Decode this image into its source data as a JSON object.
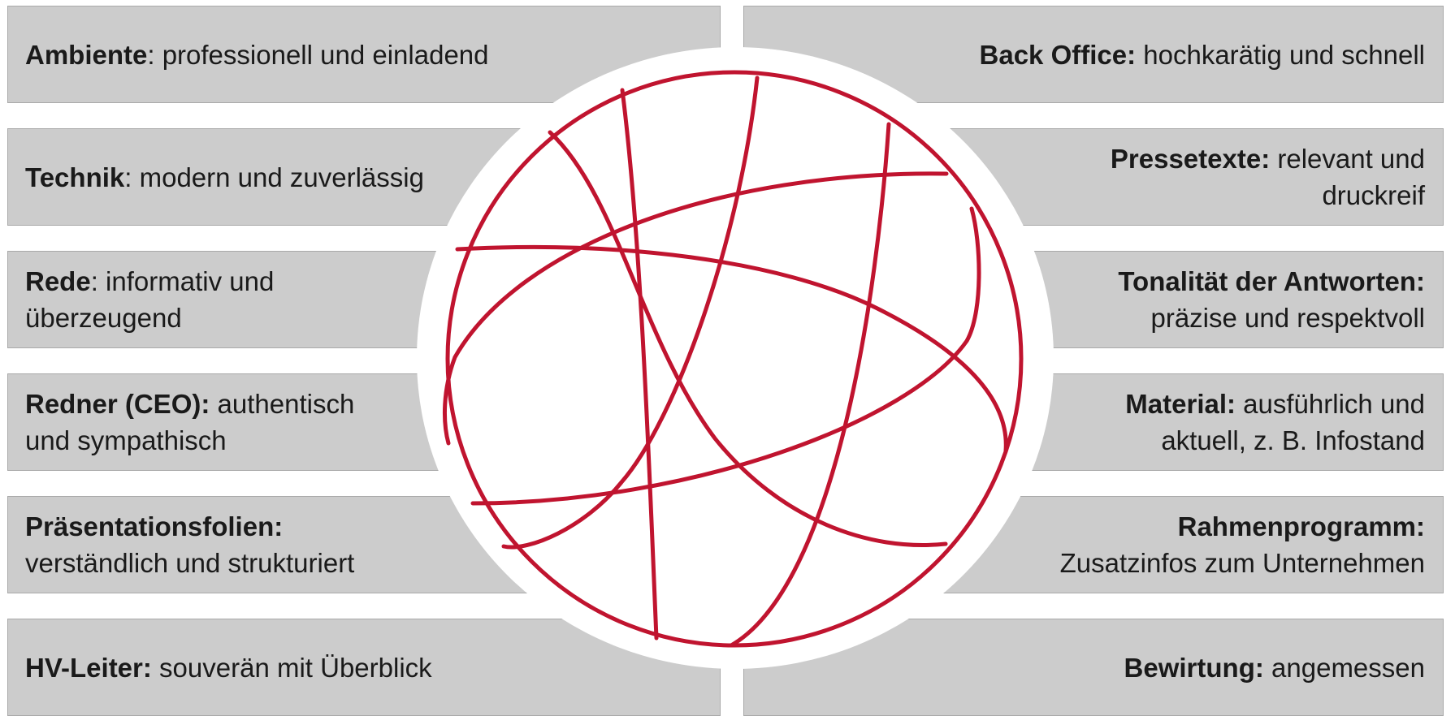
{
  "colors": {
    "box_fill": "#cccccc",
    "box_border": "#a9a9a9",
    "globe_stroke": "#c0142f",
    "globe_fill": "#ffffff"
  },
  "left": [
    {
      "bold": "Ambiente",
      "rest": ": professionell und einladend",
      "line2": ""
    },
    {
      "bold": "Technik",
      "rest": ": modern und zuverlässig",
      "line2": ""
    },
    {
      "bold": "Rede",
      "rest": ": informativ und",
      "line2": "überzeugend"
    },
    {
      "bold": "Redner (CEO):",
      "rest": " authentisch",
      "line2": "und sympathisch"
    },
    {
      "bold": "Präsentationsfolien:",
      "rest": "",
      "line2": "verständlich und strukturiert"
    },
    {
      "bold": "HV-Leiter:",
      "rest": " souverän mit Überblick",
      "line2": ""
    }
  ],
  "right": [
    {
      "bold": "Back Office:",
      "rest": " hochkarätig und schnell",
      "line2": ""
    },
    {
      "bold": "Pressetexte:",
      "rest": " relevant und",
      "line2": "druckreif"
    },
    {
      "bold": "Tonalität der Antworten:",
      "rest": "",
      "line2": "präzise und respektvoll"
    },
    {
      "bold": "Material:",
      "rest": " ausführlich und",
      "line2": "aktuell, z. B. Infostand"
    },
    {
      "bold": "Rahmenprogramm:",
      "rest": "",
      "line2": "Zusatzinfos zum Unternehmen"
    },
    {
      "bold": "Bewirtung:",
      "rest": " angemessen",
      "line2": ""
    }
  ]
}
